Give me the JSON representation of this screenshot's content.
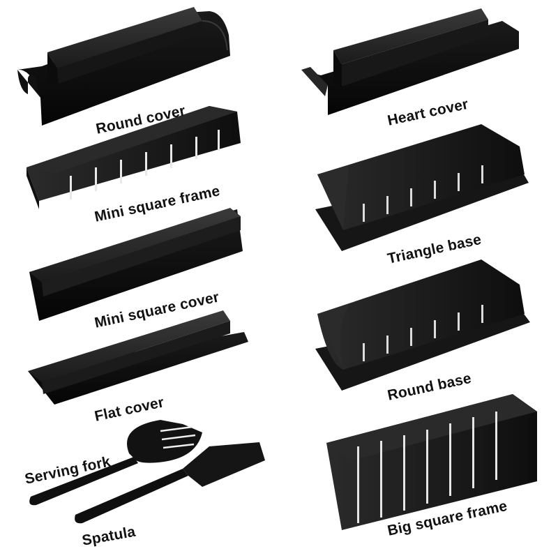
{
  "labels": {
    "round_cover": "Round cover",
    "heart_cover": "Heart cover",
    "mini_square_frame": "Mini square frame",
    "triangle_base": "Triangle base",
    "mini_square_cover": "Mini square cover",
    "round_base": "Round base",
    "flat_cover": "Flat cover",
    "serving_fork": "Serving fork",
    "spatula": "Spatula",
    "big_square_frame": "Big square frame"
  }
}
